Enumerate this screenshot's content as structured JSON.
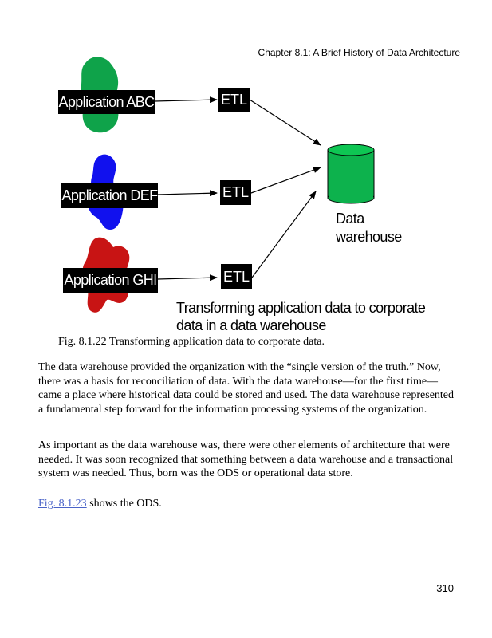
{
  "header": {
    "running_title": "Chapter 8.1: A Brief History of Data Architecture"
  },
  "figure": {
    "applications": [
      {
        "label": "Application ABC",
        "color": "#0fa34a"
      },
      {
        "label": "Application DEF",
        "color": "#1a1aff"
      },
      {
        "label": "Application GHI",
        "color": "#c81414"
      }
    ],
    "etl_label": "ETL",
    "warehouse": {
      "label_line1": "Data",
      "label_line2": "warehouse",
      "color": "#0db24d"
    },
    "title_line1": "Transforming application data to corporate",
    "title_line2": "data in a data warehouse"
  },
  "caption": "Fig. 8.1.22 Transforming application data to corporate data.",
  "paragraphs": {
    "p1": "The data warehouse provided the organization with the “single version of the truth.” Now, there was a basis for reconciliation of data. With the data warehouse—for the first time—came a place where historical data could be stored and used. The data warehouse represented a fundamental step forward for the information processing systems of the organization.",
    "p2": "As important as the data warehouse was, there were other elements of architecture that were needed. It was soon recognized that something between a data warehouse and a transactional system was needed. Thus, born was the ODS or operational data store.",
    "p3_link": "Fig. 8.1.23",
    "p3_rest": " shows the ODS."
  },
  "page_number": "310"
}
